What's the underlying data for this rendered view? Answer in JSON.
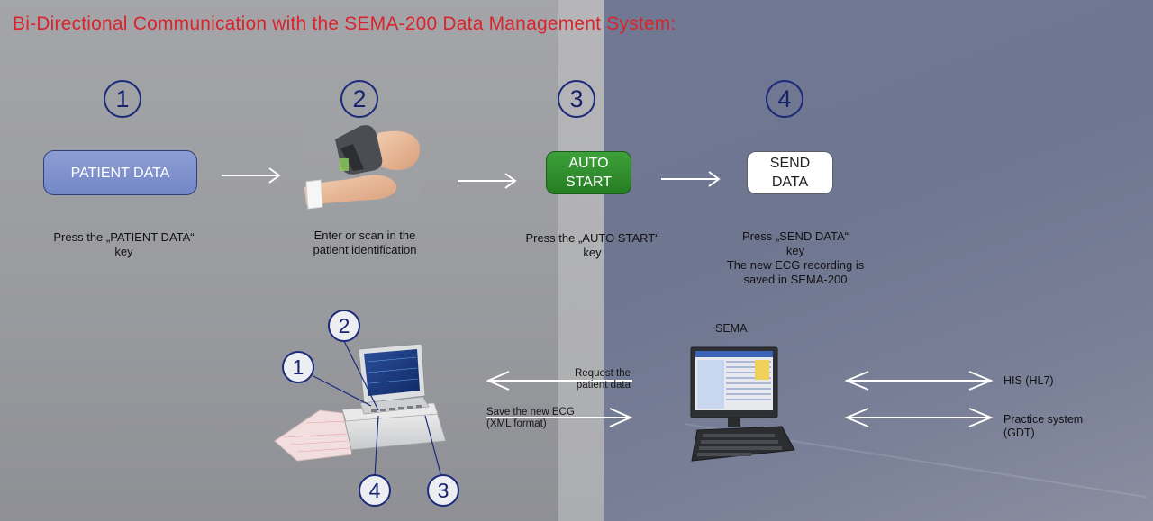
{
  "title": "Bi-Directional Communication with the SEMA-200 Data Management System:",
  "steps": [
    {
      "number": "1",
      "button": "PATIENT DATA",
      "caption": "Press the „PATIENT DATA“\nkey"
    },
    {
      "number": "2",
      "caption": "Enter or scan in the\npatient identification"
    },
    {
      "number": "3",
      "button": "AUTO\nSTART",
      "caption": "Press the „AUTO START“\nkey"
    },
    {
      "number": "4",
      "button": "SEND\nDATA",
      "caption": "Press „SEND DATA“\nkey\nThe new ECG recording is\nsaved in SEMA-200"
    }
  ],
  "device_callouts": [
    "1",
    "2",
    "3",
    "4"
  ],
  "sema_label": "SEMA",
  "arrows": {
    "request": "Request the\npatient data",
    "save": "Save the new ECG\n(XML format)",
    "his": "HIS (HL7)",
    "practice": "Practice system\n(GDT)"
  },
  "icons": {
    "scanner": "barcode-scanner-icon",
    "ecg_device": "ecg-machine-icon",
    "computer": "computer-workstation-icon"
  },
  "colors": {
    "title": "#d8242c",
    "patient_button": "#7f91cd",
    "auto_start_button": "#2e8d2b",
    "send_button": "#ffffff",
    "circle": "#1b2a7a"
  }
}
